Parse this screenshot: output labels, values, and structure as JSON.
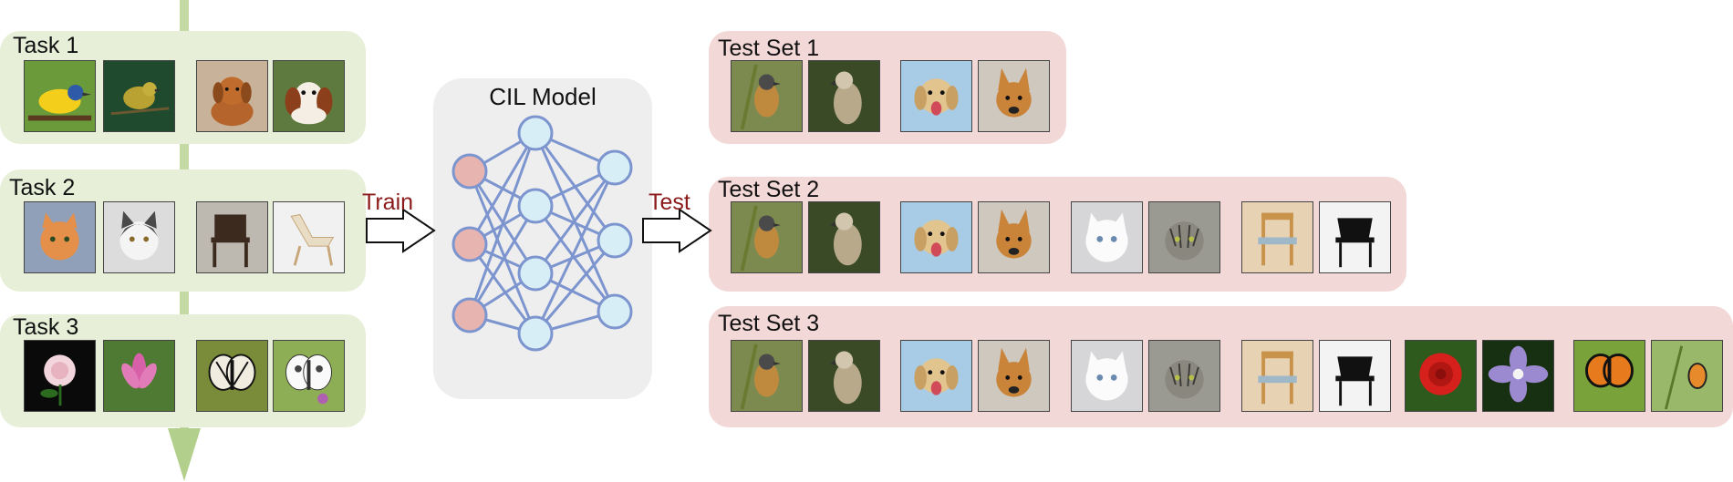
{
  "tasks": [
    {
      "label": "Task 1",
      "images": [
        "bird-yellow-blue",
        "bird-yellow-green",
        "puppy-brown",
        "dog-spaniel"
      ]
    },
    {
      "label": "Task 2",
      "images": [
        "cat-orange",
        "cat-gray-white",
        "chair-dark-wood",
        "chair-light-lounge"
      ]
    },
    {
      "label": "Task 3",
      "images": [
        "flower-pink-rose",
        "flower-magnolia",
        "butterfly-striped",
        "butterfly-white"
      ]
    }
  ],
  "model": {
    "title": "CIL Model"
  },
  "arrows": {
    "train": "Train",
    "test": "Test"
  },
  "test_sets": [
    {
      "label": "Test Set 1",
      "images": [
        "bird-sparrow",
        "bird-hawk",
        "dog-golden",
        "dog-shepherd"
      ]
    },
    {
      "label": "Test Set 2",
      "images": [
        "bird-sparrow",
        "bird-hawk",
        "dog-golden",
        "dog-shepherd",
        "cat-white-fluffy",
        "cat-tabby",
        "chair-wood-blue-seat",
        "chair-black"
      ]
    },
    {
      "label": "Test Set 3",
      "images": [
        "bird-sparrow",
        "bird-hawk",
        "dog-golden",
        "dog-shepherd",
        "cat-white-fluffy",
        "cat-tabby",
        "chair-wood-blue-seat",
        "chair-black",
        "flower-red-rose",
        "flower-purple",
        "butterfly-orange",
        "butterfly-orange-small"
      ]
    }
  ],
  "colors": {
    "task_bg": "#e7efd8",
    "test_bg": "#f2d8d7",
    "timeline": "#c5d9a4",
    "node_input": "#e8b4b0",
    "node_other": "#d8eef6",
    "edge": "#7d95cf",
    "arrow_label": "#8b1a1a"
  }
}
